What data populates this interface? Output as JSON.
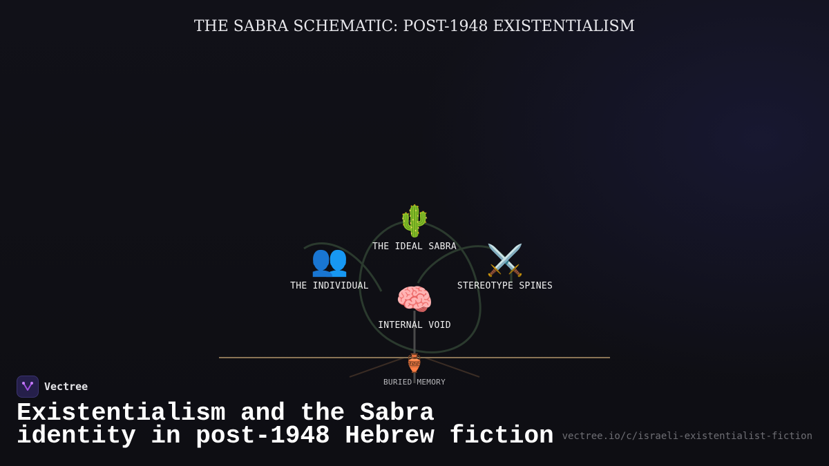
{
  "title": "THE SABRA SCHEMATIC: POST-1948 EXISTENTIALISM",
  "nodes": {
    "ideal_sabra": {
      "icon": "cactus-icon",
      "glyph": "🌵",
      "label": "THE IDEAL SABRA"
    },
    "individual": {
      "icon": "people-icon",
      "glyph": "👥",
      "label": "THE INDIVIDUAL"
    },
    "stereotype": {
      "icon": "crossed-swords-icon",
      "glyph": "⚔️",
      "label": "STEREOTYPE SPINES"
    },
    "void": {
      "icon": "brain-icon",
      "glyph": "🧠",
      "label": "INTERNAL VOID"
    },
    "memory": {
      "icon": "amphora-icon",
      "glyph": "🏺",
      "label": "BURIED MEMORY"
    }
  },
  "colors": {
    "curve": "#2b3a2e",
    "ground": "#8a7455",
    "roots": "#3a2c24",
    "stem": "#4a4a4a"
  },
  "brand": {
    "name": "Vectree",
    "icon": "vectree-logo-icon"
  },
  "headline": {
    "line1": "Existentialism and the Sabra",
    "line2": "identity in post-1948 Hebrew fiction"
  },
  "url": "vectree.io/c/israeli-existentialist-fiction"
}
